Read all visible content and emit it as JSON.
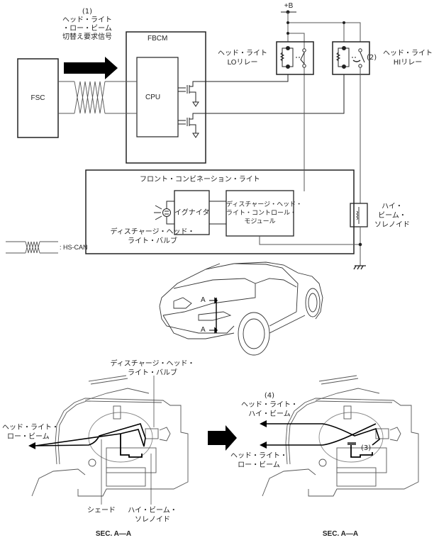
{
  "circuit": {
    "fsc_label": "FSC",
    "fbcm_label": "FBCM",
    "cpu_label": "CPU",
    "signal_callout": {
      "number": "(1)",
      "line1": "ヘッド・ライト",
      "line2": "・ロー・ビーム",
      "line3": "切替え要求信号"
    },
    "power_label": "+B",
    "lo_relay": {
      "line1": "ヘッド・ライト",
      "line2": "LOリレー"
    },
    "hi_relay": {
      "line1": "ヘッド・ライト",
      "line2": "HIリレー",
      "callout": "(2)"
    },
    "front_combination_light": "フロント・コンビネーション・ライト",
    "igniter": "イグナイタ",
    "control_module": {
      "line1": "ディスチャージ・ヘッド・",
      "line2": "ライト・コントロール・",
      "line3": "モジュール"
    },
    "hi_beam_solenoid": {
      "line1": "ハイ・",
      "line2": "ビーム・",
      "line3": "ソレノイド"
    },
    "discharge_bulb": {
      "line1": "ディスチャージ・ヘッド・",
      "line2": "ライト・バルブ"
    },
    "legend": {
      "hs_can": ": HS-CAN"
    }
  },
  "vehicle": {
    "section_marker_top": "A",
    "section_marker_bottom": "A"
  },
  "section_left": {
    "bulb_label": {
      "line1": "ディスチャージ・ヘッド・",
      "line2": "ライト・バルブ"
    },
    "low_beam": {
      "line1": "ヘッド・ライト・",
      "line2": "ロー・ビーム"
    },
    "shade": "シェード",
    "solenoid": {
      "line1": "ハイ・ビーム・",
      "line2": "ソレノイド"
    },
    "caption": "SEC. A—A"
  },
  "section_right": {
    "high_beam": {
      "number": "(4)",
      "line1": "ヘッド・ライト・",
      "line2": "ハイ・ビーム"
    },
    "low_beam": {
      "line1": "ヘッド・ライト・",
      "line2": "ロー・ビーム"
    },
    "callout": "(3)",
    "caption": "SEC. A—A"
  }
}
